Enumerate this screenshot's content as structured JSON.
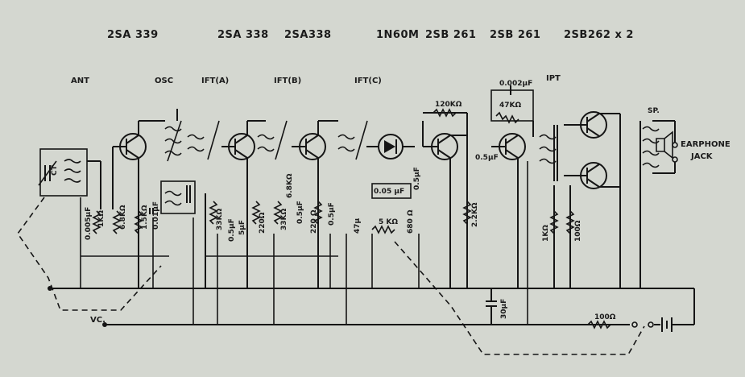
{
  "transistors_header": {
    "t1": "2SA 339",
    "t2": "2SA 338",
    "t3": "2SA338",
    "diode": "1N60M",
    "t4": "2SB 261",
    "t5": "2SB 261",
    "t6": "2SB262 x 2"
  },
  "stage_labels": {
    "ant": "ANT",
    "osc": "OSC",
    "ift_a": "IFT(A)",
    "ift_b": "IFT(B)",
    "ift_c": "IFT(C)",
    "ipt": "IPT"
  },
  "components": {
    "r_1k": "1KΩ",
    "r_6_8k_a": "6.8KΩ",
    "r_1_5k": "1.5KΩ",
    "c_0005": "0.005μF",
    "c_001": "0.01μF",
    "r_33k_a": "33KΩ",
    "c_0_5_a": "0.5μF",
    "c_5": "5μF",
    "r_220_a": "220Ω",
    "r_33k_b": "33KΩ",
    "r_6_8k_b": "6.8KΩ",
    "c_0_5_b": "0.5μF",
    "r_220_b": "220 Ω",
    "c_0_5_c": "0.5μF",
    "c_47": "47μ",
    "c_005": "0.05 μF",
    "r_5k": "5 KΩ",
    "r_680": "680 Ω",
    "c_0_5_d": "0.5μF",
    "r_120k": "120KΩ",
    "r_2_2k": "2.2KΩ",
    "c_0_002": "0.002μF",
    "r_47k": "47KΩ",
    "c_0_5_e": "0.5μF",
    "r_1k_b": "1KΩ",
    "r_100": "100Ω",
    "c_30": "30μF",
    "r_100_b": "100Ω"
  },
  "output": {
    "speaker": "SP.",
    "earphone_1": "EARPHONE",
    "earphone_2": "JACK"
  },
  "misc": {
    "vc": "VC.",
    "ct": "CT"
  }
}
